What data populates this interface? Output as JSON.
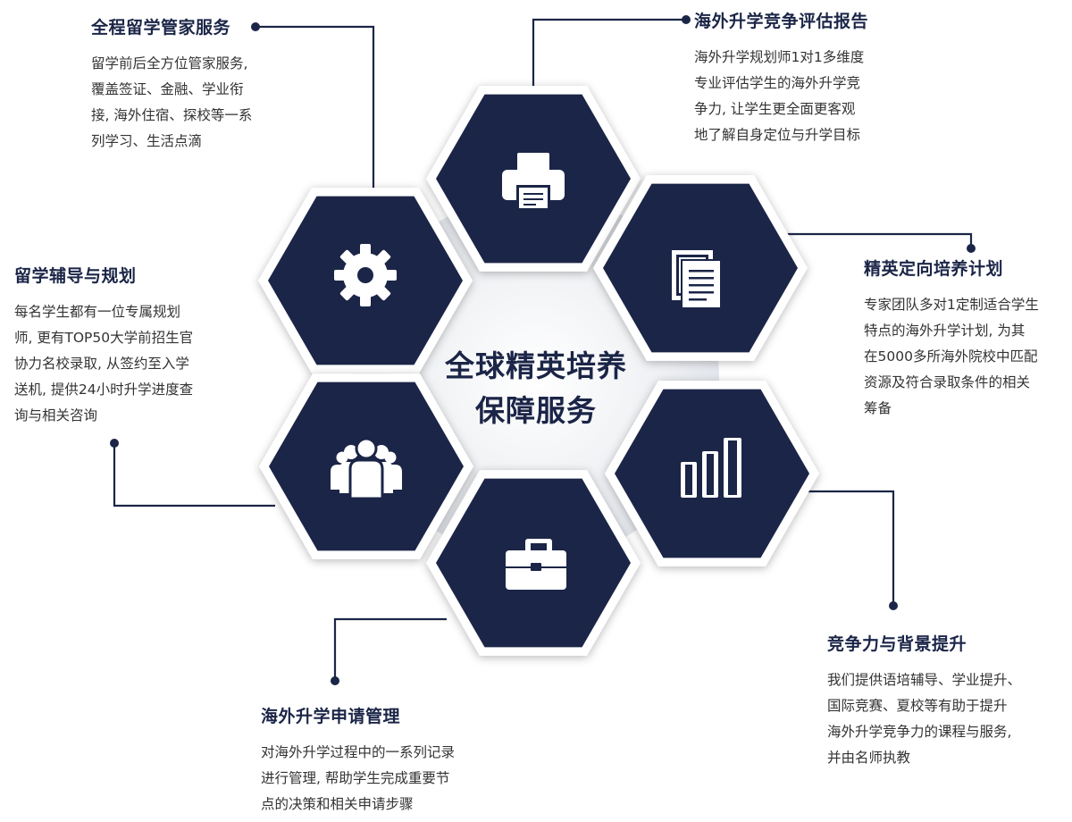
{
  "center_title": {
    "line1": "全球精英培养",
    "line2": "保障服务"
  },
  "colors": {
    "hex_fill": "#1b2547",
    "icon": "#ffffff",
    "connector": "#1b2547",
    "center_disc": "#eceef2"
  },
  "services": [
    {
      "icon": "gear-icon",
      "title": "全程留学管家服务",
      "lines": [
        "留学前后全方位管家服务,",
        "覆盖签证、金融、学业衔",
        "接, 海外住宿、探校等一系",
        "列学习、生活点滴"
      ]
    },
    {
      "icon": "printer-icon",
      "title": "海外升学竞争评估报告",
      "lines": [
        "海外升学规划师1对1多维度",
        "专业评估学生的海外升学竞",
        "争力, 让学生更全面更客观",
        "地了解自身定位与升学目标"
      ]
    },
    {
      "icon": "documents-icon",
      "title": "精英定向培养计划",
      "lines": [
        "专家团队多对1定制适合学生",
        "特点的海外升学计划, 为其",
        "在5000多所海外院校中匹配",
        "资源及符合录取条件的相关",
        "筹备"
      ]
    },
    {
      "icon": "bar-chart-icon",
      "title": "竞争力与背景提升",
      "lines": [
        "我们提供语培辅导、学业提升、",
        "国际竞赛、夏校等有助于提升",
        "海外升学竞争力的课程与服务,",
        "并由名师执教"
      ]
    },
    {
      "icon": "briefcase-icon",
      "title": "海外升学申请管理",
      "lines": [
        "对海外升学过程中的一系列记录",
        "进行管理, 帮助学生完成重要节",
        "点的决策和相关申请步骤"
      ]
    },
    {
      "icon": "people-icon",
      "title": "留学辅导与规划",
      "lines": [
        "每名学生都有一位专属规划",
        "师, 更有TOP50大学前招生官",
        "协力名校录取, 从签约至入学",
        "送机, 提供24小时升学进度查",
        "询与相关咨询"
      ]
    }
  ]
}
